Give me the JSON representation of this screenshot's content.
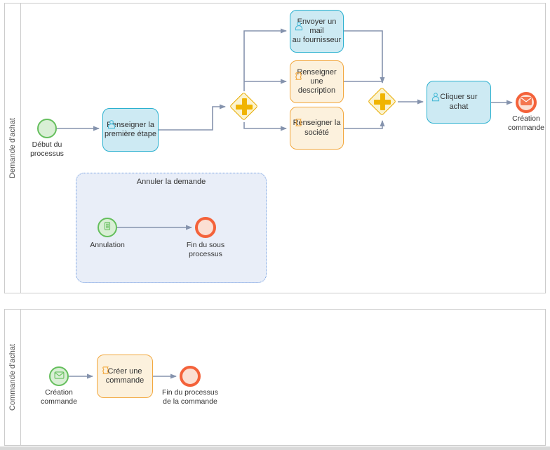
{
  "pools": [
    {
      "label": "Demande d'achat",
      "start_event": "Début du\nprocessus",
      "task_first_step": "Renseigner la\npremière étape",
      "task_send_mail": "Envoyer un mail\nau fournisseur",
      "task_description": "Renseigner une\ndescription",
      "task_company": "Renseigner la\nsociété",
      "task_click_buy": "Cliquer sur\nachat",
      "end_event": "Création\ncommande",
      "subprocess_title": "Annuler la demande",
      "subprocess_start_event": "Annulation",
      "subprocess_end_event": "Fin du sous\nprocessus"
    },
    {
      "label": "Commande d'achat",
      "start_event": "Création\ncommande",
      "task_create_order": "Créer une\ncommande",
      "end_event": "Fin du processus\nde la commande"
    }
  ],
  "colors": {
    "user_task_fill": "#cdeaf3",
    "user_task_border": "#2ab0cf",
    "script_task_fill": "#fcf1dd",
    "script_task_border": "#f2a73d",
    "gateway_fill": "#fbf3cf",
    "gateway_border": "#e8ab00",
    "gateway_plus": "#f0b400",
    "start_event_fill": "#d9efd5",
    "start_event_border": "#65bf5d",
    "end_event_fill": "#fbdfd3",
    "end_event_border": "#f4623a",
    "subprocess_fill": "#e9eef8",
    "subprocess_border": "#6f9be0",
    "connector": "#8593ad",
    "pool_border": "#cccccc"
  }
}
